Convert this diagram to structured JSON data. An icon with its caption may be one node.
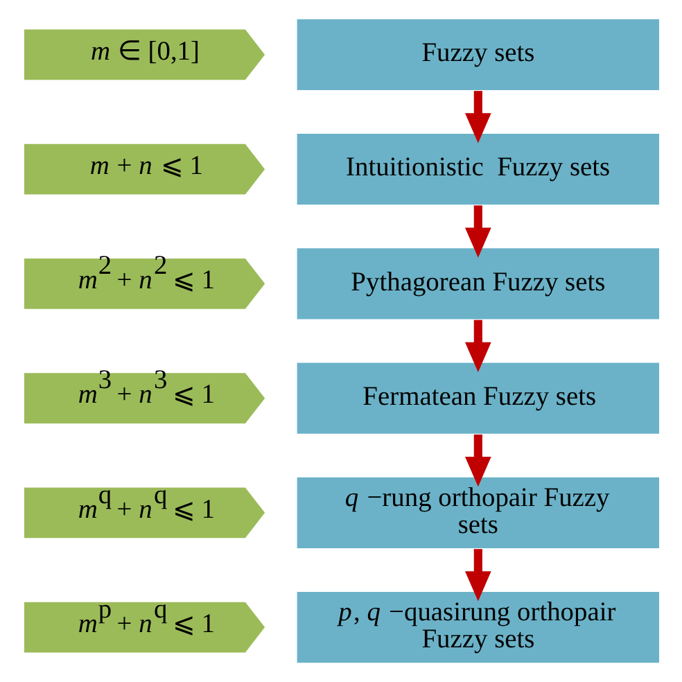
{
  "diagram": {
    "nodes": [
      {
        "text": [
          "*m* ∈ [0,1]"
        ]
      },
      {
        "text": [
          "Fuzzy sets"
        ]
      },
      {
        "text": [
          "*m* + *n* ⩽ 1"
        ]
      },
      {
        "text": [
          "Intuitionistic  Fuzzy sets"
        ]
      },
      {
        "text": [
          "*m*$^{2}$ + *n*$^{2}$ ⩽ 1"
        ]
      },
      {
        "text": [
          "Pythagorean Fuzzy sets"
        ]
      },
      {
        "text": [
          "*m*$^{3}$ + *n*$^{3}$ ⩽ 1"
        ]
      },
      {
        "text": [
          "Fermatean Fuzzy sets"
        ]
      },
      {
        "text": [
          "*m*$^{q}$ + *n*$^{q}$ ⩽ 1"
        ]
      },
      {
        "text": [
          "*q* −rung orthopair Fuzzy sets"
        ]
      },
      {
        "text": [
          "*m*$^{p}$ + *n*$^{q}$ ⩽ 1"
        ]
      },
      {
        "text": [
          "*p*, *q* −quasirung orthopair Fuzzy sets"
        ]
      }
    ],
    "edges": [
      {
        "from": 1,
        "to": 3,
        "arrow": "to"
      },
      {
        "from": 3,
        "to": 5,
        "arrow": "to"
      },
      {
        "from": 5,
        "to": 7,
        "arrow": "to"
      },
      {
        "from": 7,
        "to": 9,
        "arrow": "to"
      },
      {
        "from": 9,
        "to": 11,
        "arrow": "to"
      }
    ]
  }
}
